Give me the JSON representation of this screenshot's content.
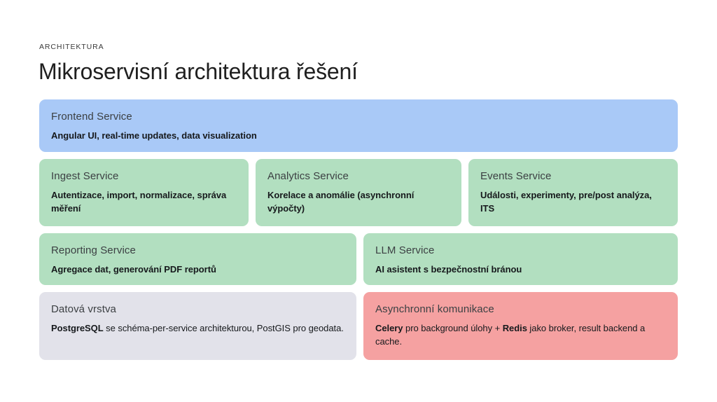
{
  "header": {
    "eyebrow": "ARCHITEKTURA",
    "title": "Mikroservisní architektura řešení"
  },
  "colors": {
    "blue": "#a9c9f7",
    "green": "#b2dfc0",
    "gray": "#e2e2ea",
    "red": "#f5a1a1",
    "title_text": "#1f1f1f",
    "card_title_text": "#3c4043",
    "card_body_text": "#16191c",
    "background": "#ffffff"
  },
  "rows": [
    {
      "cards": [
        {
          "title": "Frontend Service",
          "desc": "Angular UI, real-time updates, data visualization",
          "color": "blue"
        }
      ]
    },
    {
      "cards": [
        {
          "title": "Ingest Service",
          "desc": "Autentizace, import, normalizace, správa měření",
          "color": "green"
        },
        {
          "title": "Analytics Service",
          "desc": "Korelace a anomálie (asynchronní výpočty)",
          "color": "green"
        },
        {
          "title": "Events Service",
          "desc": "Události, experimenty, pre/post analýza, ITS",
          "color": "green"
        }
      ]
    },
    {
      "cards": [
        {
          "title": "Reporting Service",
          "desc": "Agregace dat, generování PDF reportů",
          "color": "green"
        },
        {
          "title": "LLM Service",
          "desc": "AI asistent s bezpečnostní bránou",
          "color": "green"
        }
      ]
    },
    {
      "cards": [
        {
          "title": "Datová vrstva",
          "desc_parts": [
            {
              "text": "PostgreSQL",
              "bold": true
            },
            {
              "text": " se schéma-per-service architekturou, PostGIS pro geodata.",
              "bold": false
            }
          ],
          "color": "gray"
        },
        {
          "title": "Asynchronní komunikace",
          "desc_parts": [
            {
              "text": "Celery",
              "bold": true
            },
            {
              "text": " pro background úlohy + ",
              "bold": false
            },
            {
              "text": "Redis",
              "bold": true
            },
            {
              "text": " jako broker, result backend a cache.",
              "bold": false
            }
          ],
          "color": "red"
        }
      ]
    }
  ]
}
